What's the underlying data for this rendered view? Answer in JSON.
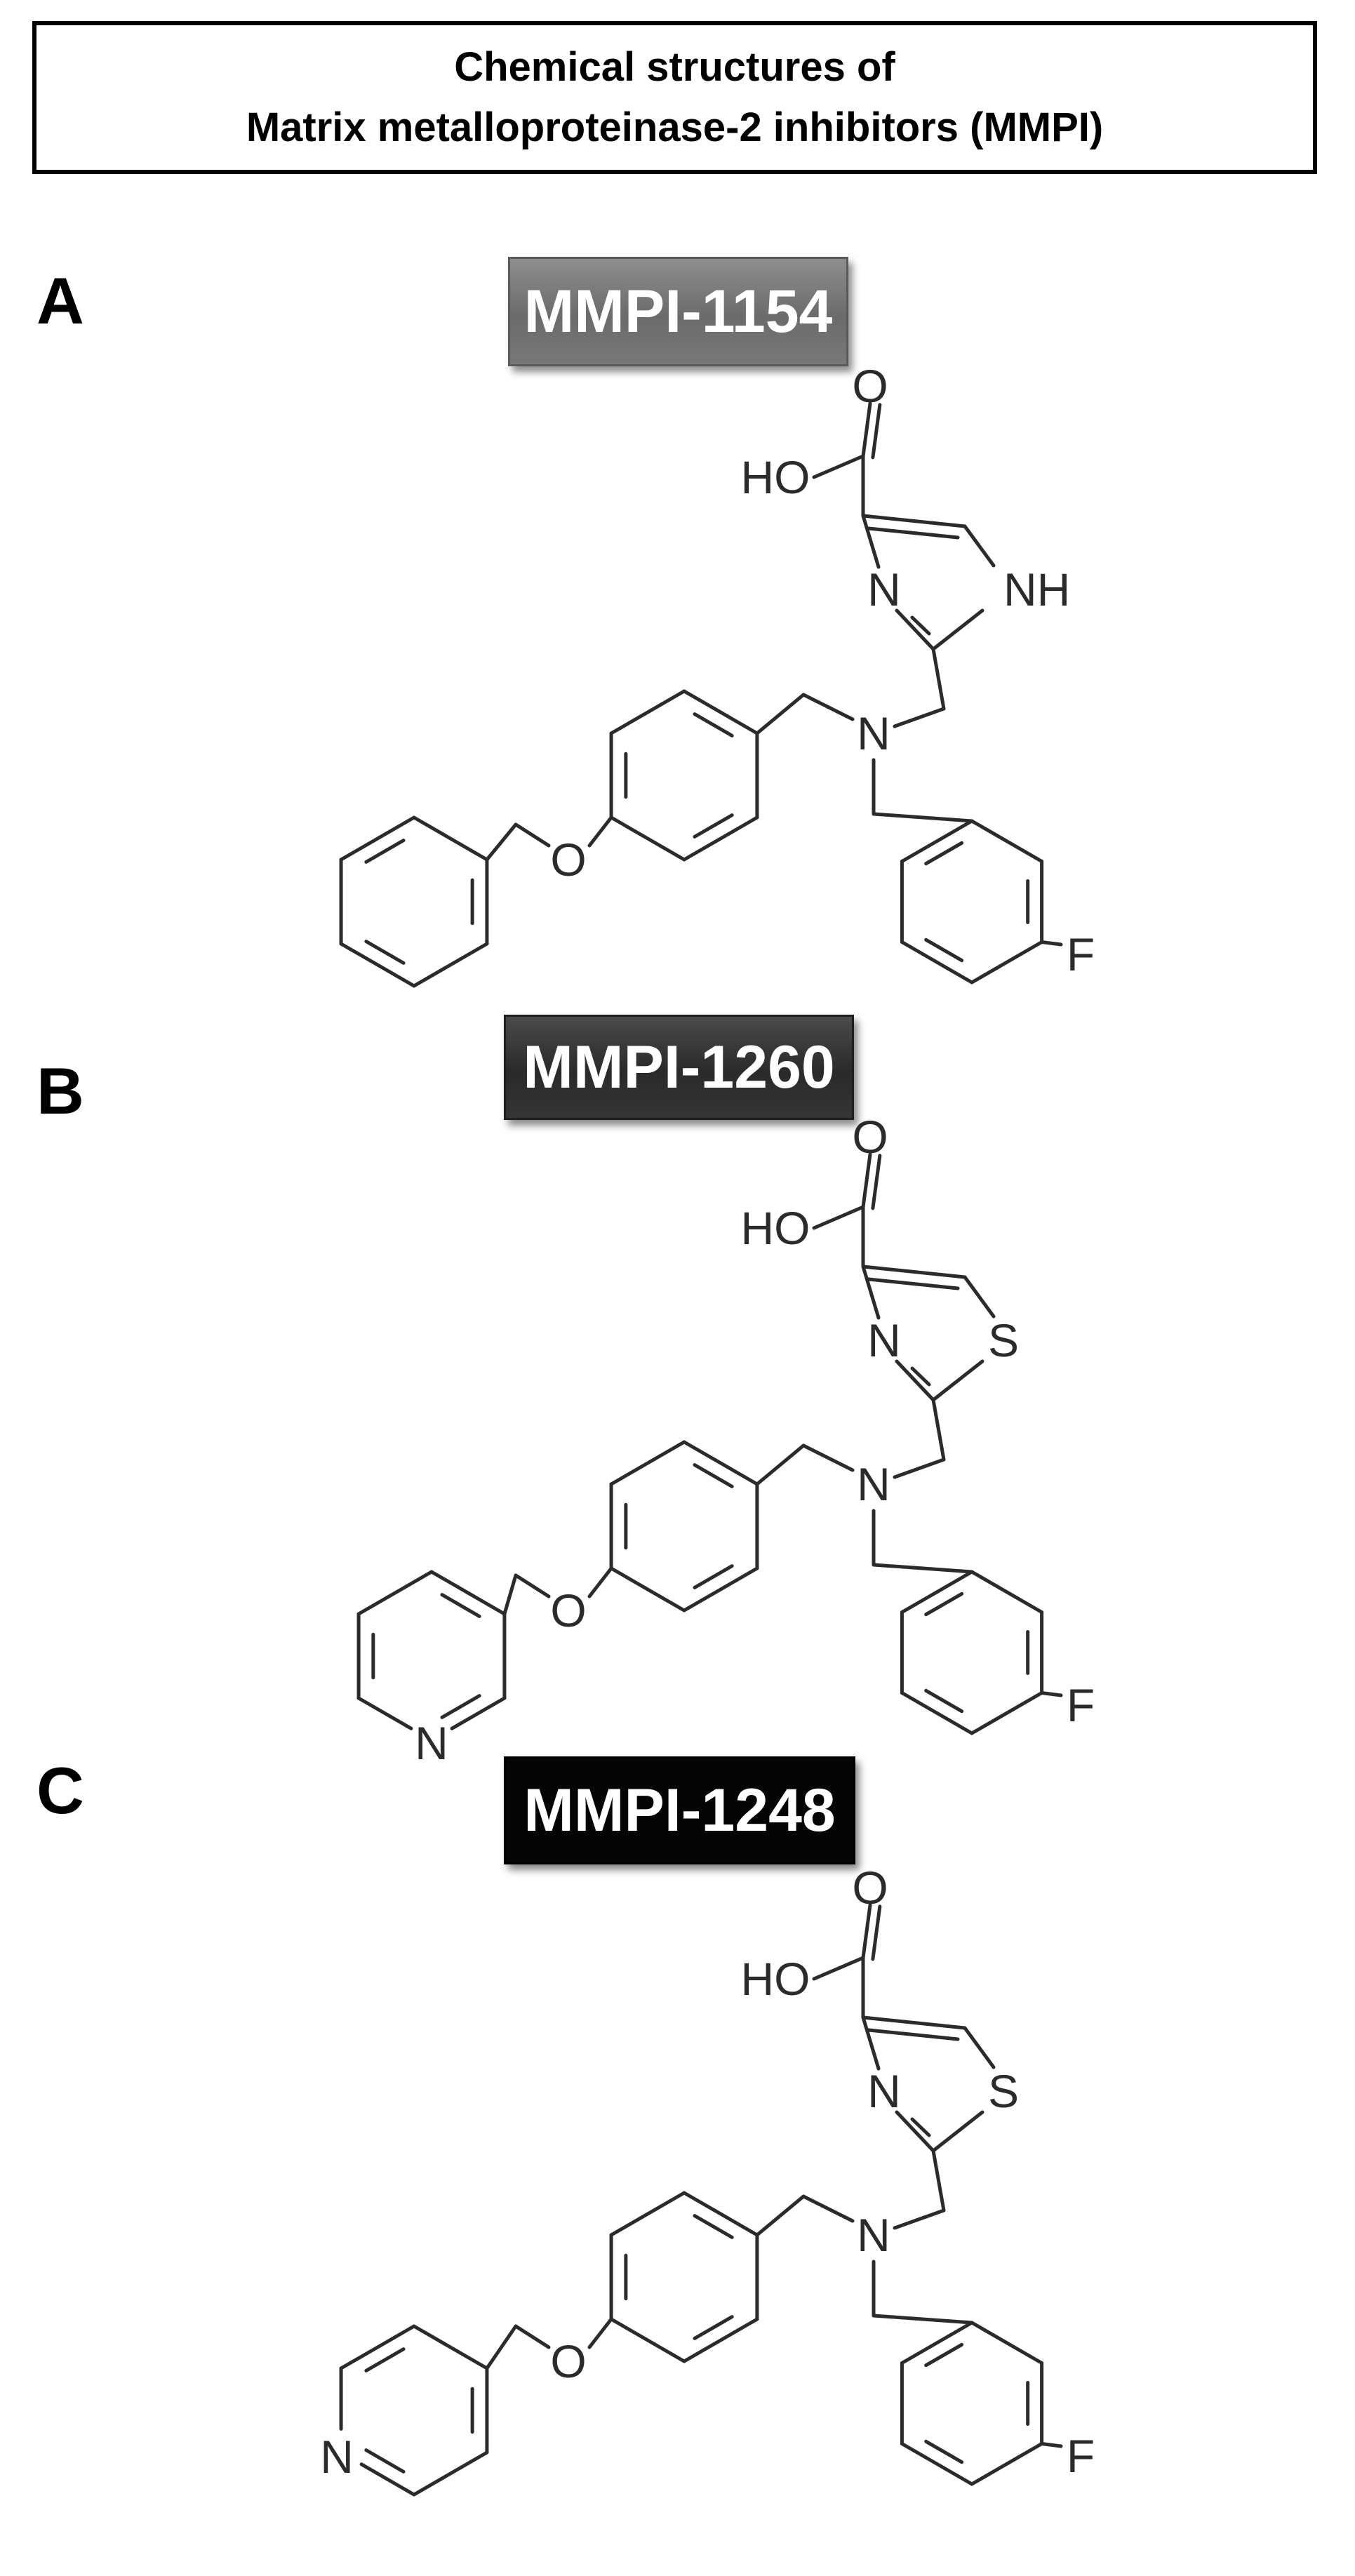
{
  "header": {
    "title_line1": "Chemical structures of",
    "title_line2": "Matrix metalloproteinase-2 inhibitors (MMPI)"
  },
  "panels": [
    {
      "letter": "A",
      "compound": "MMPI-1154",
      "badge_color": "#7a7a7a",
      "atoms": {
        "oxo": "O",
        "hydroxyl": "HO",
        "ring_n": "N",
        "ring_nh": "NH",
        "amine_n": "N",
        "ether_o": "O",
        "fluorine": "F"
      }
    },
    {
      "letter": "B",
      "compound": "MMPI-1260",
      "badge_color": "#333333",
      "atoms": {
        "oxo": "O",
        "hydroxyl": "HO",
        "ring_n": "N",
        "ring_s": "S",
        "amine_n": "N",
        "ether_o": "O",
        "fluorine": "F",
        "pyridine_n": "N"
      }
    },
    {
      "letter": "C",
      "compound": "MMPI-1248",
      "badge_color": "#050505",
      "atoms": {
        "oxo": "O",
        "hydroxyl": "HO",
        "ring_n": "N",
        "ring_s": "S",
        "amine_n": "N",
        "ether_o": "O",
        "fluorine": "F",
        "pyridine_n": "N"
      }
    }
  ]
}
